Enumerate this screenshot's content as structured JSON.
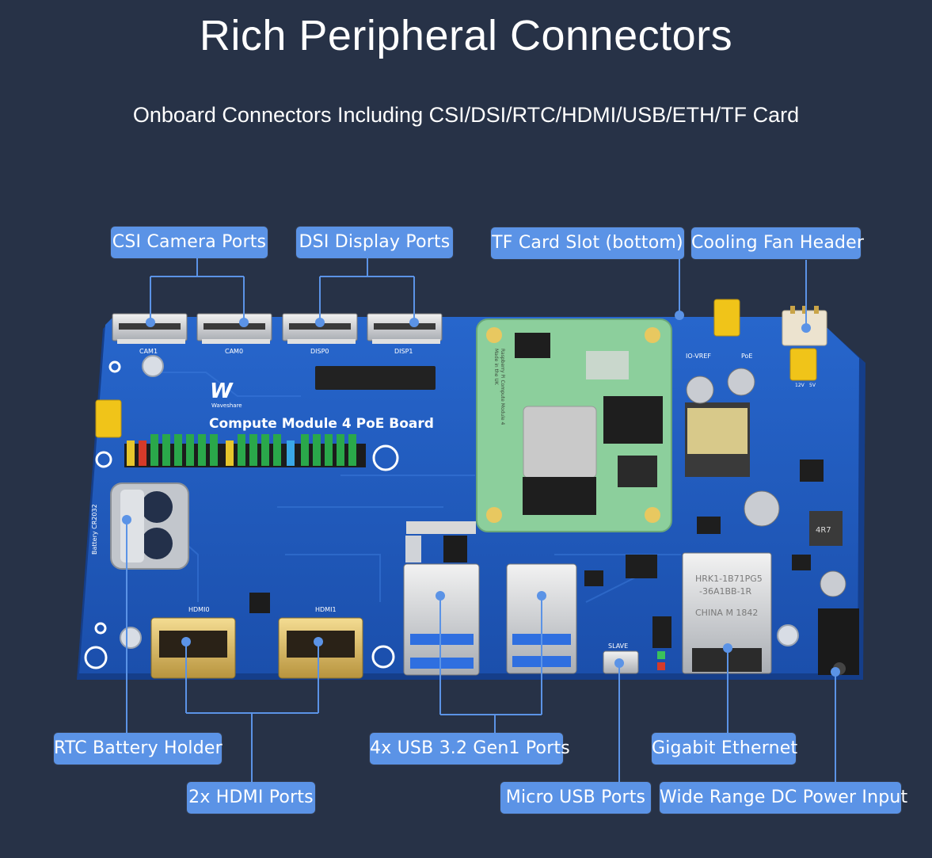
{
  "header": {
    "title": "Rich Peripheral Connectors",
    "subtitle": "Onboard Connectors Including CSI/DSI/RTC/HDMI/USB/ETH/TF Card"
  },
  "labels": {
    "csi": "CSI Camera Ports",
    "dsi": "DSI Display Ports",
    "tf": "TF Card Slot (bottom)",
    "fan": "Cooling Fan Header",
    "rtc": "RTC Battery Holder",
    "hdmi": "2x HDMI Ports",
    "usb": "4x USB 3.2 Gen1 Ports",
    "eth": "Gigabit Ethernet",
    "microusb": "Micro USB Ports",
    "dc": "Wide Range DC Power Input"
  },
  "board": {
    "name": "Compute Module 4 PoE Board",
    "brand": "Waveshare",
    "silk": {
      "cam1": "CAM1",
      "cam0": "CAM0",
      "disp0": "DISP0",
      "disp1": "DISP1",
      "hdmi0": "HDMI0",
      "hdmi1": "HDMI1",
      "battery": "Battery CR2032",
      "iovref": "IO-VREF",
      "poe": "PoE",
      "slave": "SLAVE",
      "v12": "12V",
      "v5": "5V",
      "cm4_vertical": "Raspberry Pi Compute Module 4",
      "made_in": "Made in the UK",
      "jack_line1": "HRK1-1B71PG5",
      "jack_line2": "-36A1BB-1R",
      "jack_line3": "CHINA  M 1842",
      "inductor": "4R7"
    }
  },
  "colors": {
    "background": "#273247",
    "label": "#5b93e6",
    "leader": "#5b93e6",
    "pcb": "#1f57b8",
    "cm4": "#8ccf9c"
  }
}
